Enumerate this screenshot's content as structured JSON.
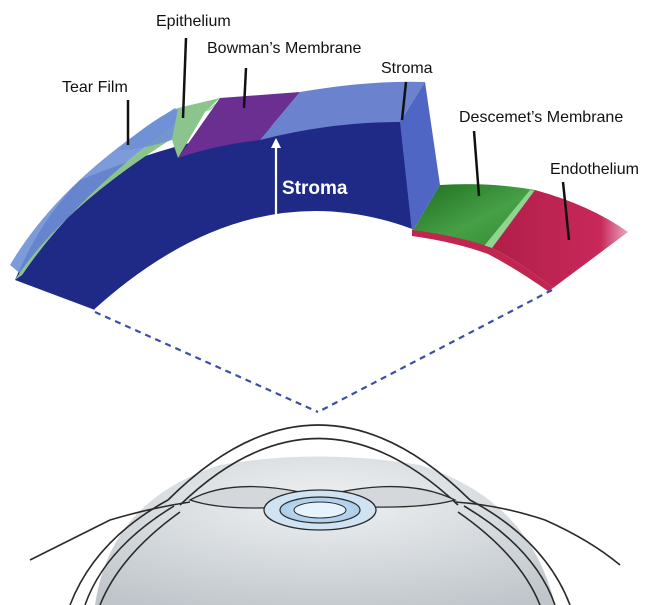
{
  "labels": {
    "tear_film": "Tear Film",
    "epithelium": "Epithelium",
    "bowmans_membrane": "Bowman’s Membrane",
    "stroma_top": "Stroma",
    "descemets_membrane": "Descemet’s Membrane",
    "endothelium": "Endothelium",
    "stroma_inner": "Stroma"
  },
  "colors": {
    "tear_film": "#6f8fd6",
    "epithelium": "#8cc48e",
    "bowmans_membrane": "#6b2f92",
    "stroma_top": "#6b82cf",
    "stroma_front": "#1f2a87",
    "stroma_side": "#4f66c4",
    "descemets_membrane": "#2f8a2f",
    "endothelium": "#c0264f",
    "zoom_line": "#3b4fa6"
  }
}
